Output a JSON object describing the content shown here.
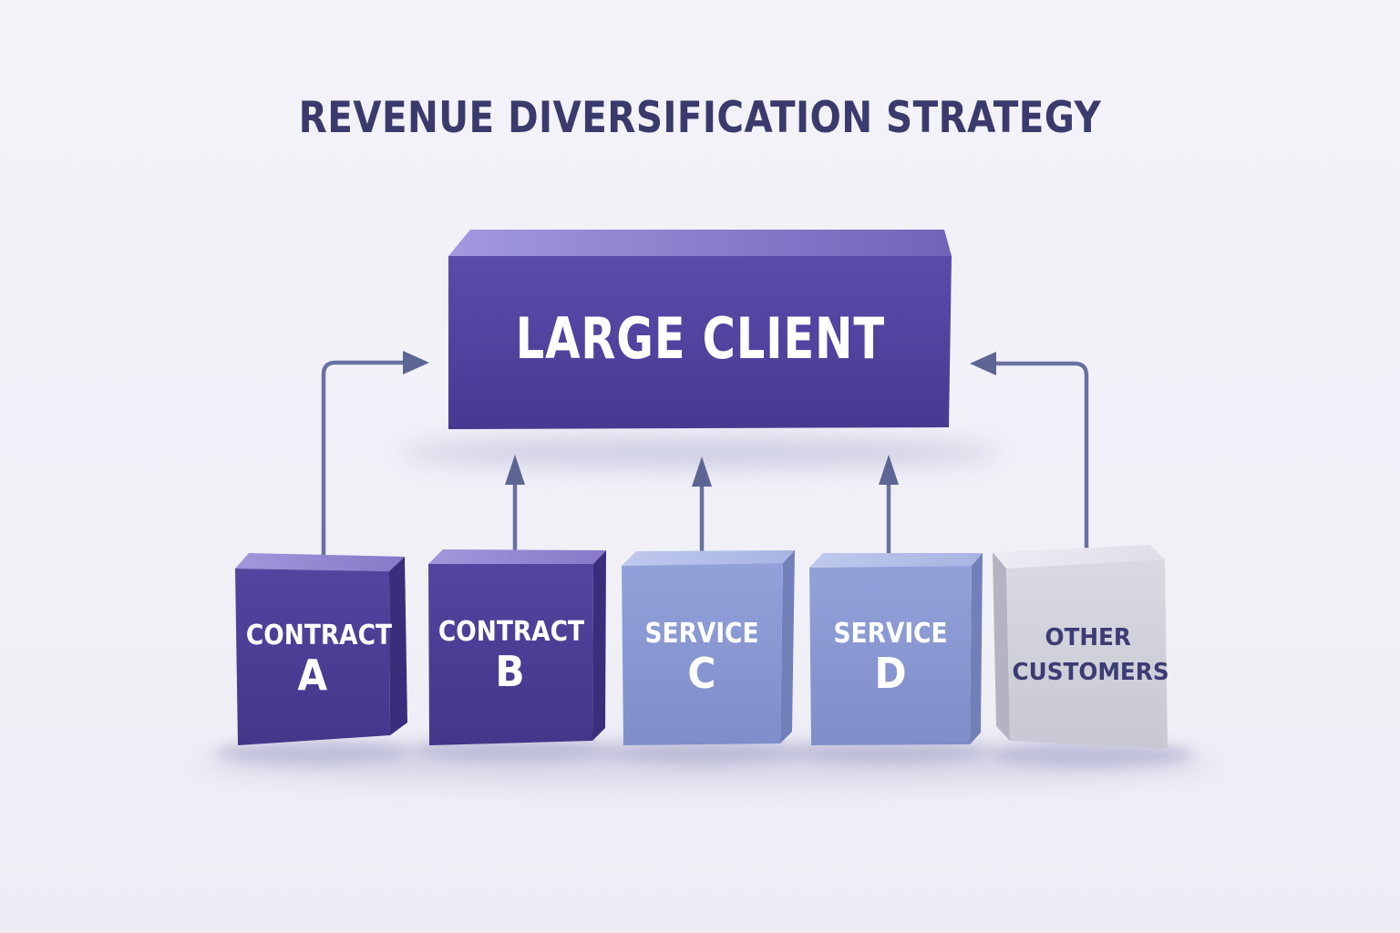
{
  "title": "REVENUE DIVERSIFICATION STRATEGY",
  "hub": {
    "label": "LARGE CLIENT"
  },
  "sources": [
    {
      "id": "contract-a",
      "line1": "CONTRACT",
      "line2": "A",
      "variant": "purple"
    },
    {
      "id": "contract-b",
      "line1": "CONTRACT",
      "line2": "B",
      "variant": "purple"
    },
    {
      "id": "service-c",
      "line1": "SERVICE",
      "line2": "C",
      "variant": "blue"
    },
    {
      "id": "service-d",
      "line1": "SERVICE",
      "line2": "D",
      "variant": "blue"
    },
    {
      "id": "other-customers",
      "line1": "OTHER",
      "line2": "CUSTOMERS",
      "variant": "gray"
    }
  ],
  "connections": [
    {
      "from": "contract-a",
      "to": "large-client",
      "style": "elbow-from-left"
    },
    {
      "from": "contract-b",
      "to": "large-client",
      "style": "straight-up"
    },
    {
      "from": "service-c",
      "to": "large-client",
      "style": "straight-up"
    },
    {
      "from": "service-d",
      "to": "large-client",
      "style": "straight-up"
    },
    {
      "from": "other-customers",
      "to": "large-client",
      "style": "elbow-from-right"
    }
  ],
  "palette": {
    "background": "#f2f1f8",
    "title_text": "#3a3a6d",
    "hub_front": "#52439f",
    "hub_top": "#8e80d0",
    "contract_front": "#4e4097",
    "contract_top": "#998dd5",
    "contract_side": "#3a2e7c",
    "service_front": "#8d9cd6",
    "service_top": "#b4bfe9",
    "service_side": "#7280ba",
    "other_front": "#d5d5df",
    "other_top": "#eae9f1",
    "other_side": "#b3b3c1",
    "other_text": "#3c3c74",
    "arrow_stroke": "#68719f",
    "arrow_head": "#5c6594",
    "box_label_text": "#ffffff"
  }
}
